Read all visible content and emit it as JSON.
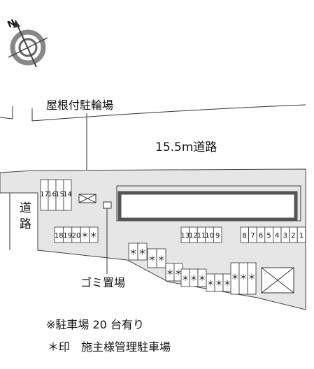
{
  "labels": {
    "covered_bike_parking": "屋根付駐輪場",
    "road_top": "15.5m道路",
    "road_left_1": "道",
    "road_left_2": "路",
    "garbage": "ゴミ置場",
    "note_parking": "※駐車場 20 台有り",
    "note_mark": "＊印　施主様管理駐車場"
  },
  "compass": {
    "north_label": "N"
  },
  "parking": {
    "group_left_top": [
      "17",
      "16",
      "15",
      "14"
    ],
    "group_left_bottom": [
      "18",
      "19",
      "20",
      "＊",
      "＊"
    ],
    "group_mid": [
      "13",
      "12",
      "11",
      "10",
      "9"
    ],
    "group_right": [
      "8",
      "7",
      "6",
      "5",
      "4",
      "3",
      "2",
      "1"
    ],
    "stagger_1": [
      "＊",
      "＊"
    ],
    "stagger_2": [
      "＊",
      "＊"
    ],
    "stagger_3": [
      "＊",
      "＊"
    ],
    "stagger_4": [
      "＊",
      "＊",
      "＊"
    ],
    "stagger_5": [
      "＊",
      "＊",
      "＊"
    ],
    "stagger_6": [
      "＊",
      "＊",
      "＊"
    ]
  },
  "colors": {
    "site_fill": "#e6e6e6",
    "building_fill": "#ffffff",
    "line": "#333333"
  }
}
